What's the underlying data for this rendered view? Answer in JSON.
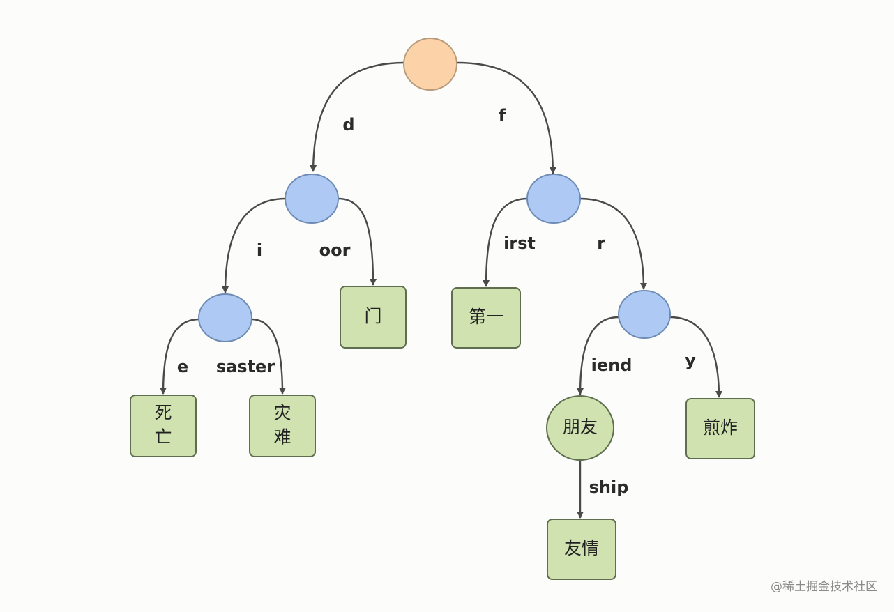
{
  "colors": {
    "root_fill": "#fcd3a8",
    "root_stroke": "#b79a7a",
    "branch_fill": "#aecaf4",
    "branch_stroke": "#6e8bb4",
    "leaf_fill": "#cfe2b0",
    "leaf_stroke": "#5f6e4f",
    "edge": "#4a4a4a"
  },
  "nodes": [
    {
      "id": "root",
      "shape": "circle",
      "kind": "root",
      "text": ""
    },
    {
      "id": "d",
      "shape": "circle",
      "kind": "branch",
      "text": ""
    },
    {
      "id": "f",
      "shape": "circle",
      "kind": "branch",
      "text": ""
    },
    {
      "id": "di",
      "shape": "circle",
      "kind": "branch",
      "text": ""
    },
    {
      "id": "fr",
      "shape": "circle",
      "kind": "branch",
      "text": ""
    },
    {
      "id": "death",
      "shape": "rect",
      "kind": "leaf",
      "text": "死\n亡"
    },
    {
      "id": "disaster",
      "shape": "rect",
      "kind": "leaf",
      "text": "灾\n难"
    },
    {
      "id": "door",
      "shape": "rect",
      "kind": "leaf",
      "text": "门"
    },
    {
      "id": "first",
      "shape": "rect",
      "kind": "leaf",
      "text": "第一"
    },
    {
      "id": "friend",
      "shape": "circle",
      "kind": "leaf",
      "text": "朋友"
    },
    {
      "id": "fry",
      "shape": "rect",
      "kind": "leaf",
      "text": "煎炸"
    },
    {
      "id": "friendship",
      "shape": "rect",
      "kind": "leaf",
      "text": "友情"
    }
  ],
  "edges": [
    {
      "from": "root",
      "to": "d",
      "label": "d"
    },
    {
      "from": "root",
      "to": "f",
      "label": "f"
    },
    {
      "from": "d",
      "to": "di",
      "label": "i"
    },
    {
      "from": "d",
      "to": "door",
      "label": "oor"
    },
    {
      "from": "di",
      "to": "death",
      "label": "e"
    },
    {
      "from": "di",
      "to": "disaster",
      "label": "saster"
    },
    {
      "from": "f",
      "to": "first",
      "label": "irst"
    },
    {
      "from": "f",
      "to": "fr",
      "label": "r"
    },
    {
      "from": "fr",
      "to": "friend",
      "label": "iend"
    },
    {
      "from": "fr",
      "to": "fry",
      "label": "y"
    },
    {
      "from": "friend",
      "to": "friendship",
      "label": "ship"
    }
  ],
  "watermark": "@稀土掘金技术社区"
}
